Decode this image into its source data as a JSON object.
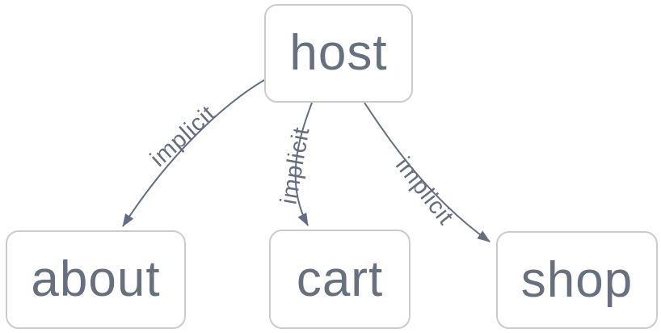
{
  "diagram": {
    "type": "graph",
    "background": "#ffffff",
    "colors": {
      "node_fill": "#ffffff",
      "node_border": "#c9cccf",
      "node_text": "#66707e",
      "edge_stroke": "#636e85",
      "edge_label_text": "#646e80"
    },
    "nodes": [
      {
        "id": "host",
        "label": "host"
      },
      {
        "id": "about",
        "label": "about"
      },
      {
        "id": "cart",
        "label": "cart"
      },
      {
        "id": "shop",
        "label": "shop"
      }
    ],
    "edges": [
      {
        "from": "host",
        "to": "about",
        "label": "implicit"
      },
      {
        "from": "host",
        "to": "cart",
        "label": "implicit"
      },
      {
        "from": "host",
        "to": "shop",
        "label": "implicit"
      }
    ]
  }
}
